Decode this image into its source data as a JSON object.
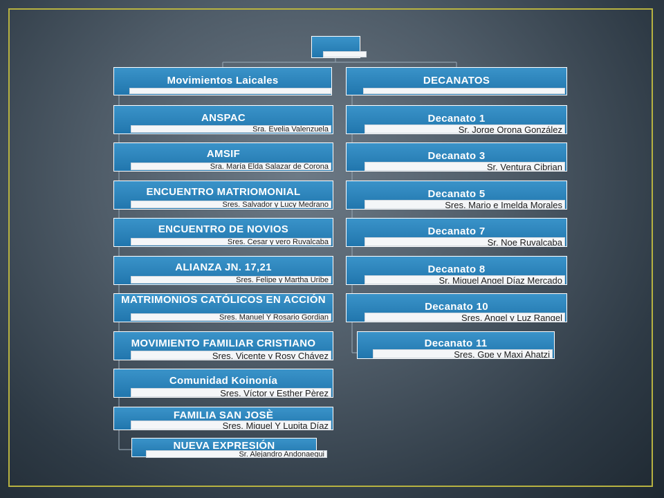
{
  "top": {
    "label": ""
  },
  "left_column": {
    "header": {
      "title": "Movimientos Laicales"
    },
    "items": [
      {
        "title": "ANSPAC",
        "person": "Sra. Evelia Valenzuela"
      },
      {
        "title": "AMSIF",
        "person": "Sra. María Elda Salazar  de Corona"
      },
      {
        "title": "ENCUENTRO MATRIOMONIAL",
        "person": "Sres. Salvador y Lucy Medrano"
      },
      {
        "title": "ENCUENTRO DE NOVIOS",
        "person": "Sres. Cesar y vero Ruvalcaba"
      },
      {
        "title": "ALIANZA JN. 17,21",
        "person": "Sres. Felipe y Martha Uribe"
      },
      {
        "title": "MATRIMONIOS CATÓLICOS EN ACCIÓN",
        "person": "Sres. Manuel Y Rosario Gordian"
      },
      {
        "title": "MOVIMIENTO FAMILIAR CRISTIANO",
        "person": "Sres. Vicente y Rosy Chávez"
      },
      {
        "title": "Comunidad Koinonía",
        "person": "Sres. Víctor y Esther Pèrez"
      },
      {
        "title": "FAMILIA SAN JOSÈ",
        "person": "Sres. Miguel Y Lupita Díaz"
      },
      {
        "title": "NUEVA EXPRESIÓN",
        "person": "Sr. Alejandro Andonaegui"
      }
    ]
  },
  "right_column": {
    "header": {
      "title": "DECANATOS"
    },
    "items": [
      {
        "title": "Decanato 1",
        "person": "Sr. Jorge Orona González"
      },
      {
        "title": "Decanato 3",
        "person": "Sr. Ventura Cibrian"
      },
      {
        "title": "Decanato 5",
        "person": "Sres. Mario e Imelda Morales"
      },
      {
        "title": "Decanato 7",
        "person": "Sr. Noe Ruvalcaba"
      },
      {
        "title": "Decanato 8",
        "person": "Sr. Miguel Angel Díaz Mercado"
      },
      {
        "title": "Decanato 10",
        "person": "Sres. Angel y Luz Rangel"
      },
      {
        "title": "Decanato 11",
        "person": "Sres. Gpe y Maxi Ahatzi"
      }
    ]
  },
  "colors": {
    "box": "#2176ad",
    "frame": "#b8b341",
    "line": "#8fa0ad"
  }
}
